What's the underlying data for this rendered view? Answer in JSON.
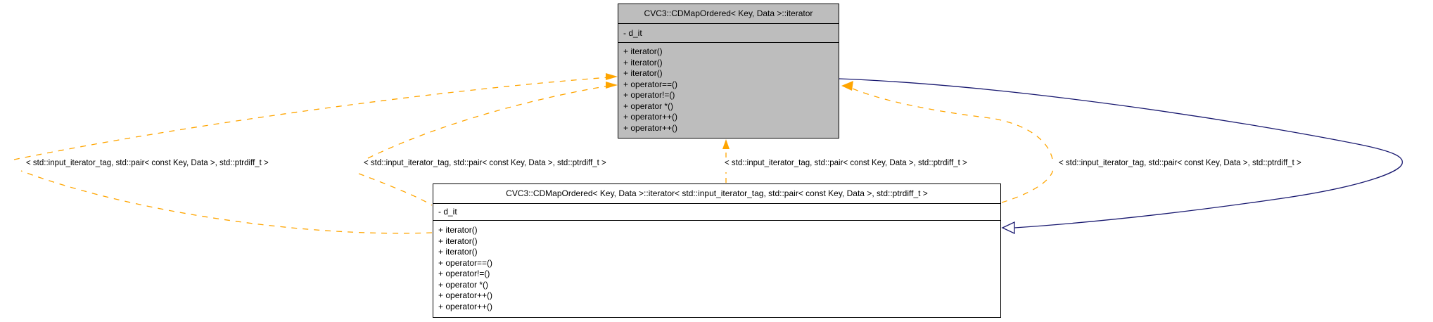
{
  "colors": {
    "template_edge": "#ffa500",
    "inheritance_edge": "#191970",
    "focus_node_fill": "#bdbdbd",
    "node_fill": "#ffffff",
    "border": "#000000"
  },
  "nodes": [
    {
      "title": "CVC3::CDMapOrdered< Key, Data >::iterator",
      "attributes": [
        "- d_it"
      ],
      "methods": [
        "+ iterator()",
        "+ iterator()",
        "+ iterator()",
        "+ operator==()",
        "+ operator!=()",
        "+ operator *()",
        "+ operator++()",
        "+ operator++()"
      ]
    },
    {
      "title": "CVC3::CDMapOrdered< Key, Data >::iterator< std::input_iterator_tag, std::pair< const Key, Data >, std::ptrdiff_t >",
      "attributes": [
        "- d_it"
      ],
      "methods": [
        "+ iterator()",
        "+ iterator()",
        "+ iterator()",
        "+ operator==()",
        "+ operator!=()",
        "+ operator *()",
        "+ operator++()",
        "+ operator++()"
      ]
    }
  ],
  "edge_labels": [
    "< std::input_iterator_tag, std::pair< const Key, Data >, std::ptrdiff_t >",
    "< std::input_iterator_tag, std::pair< const Key, Data >, std::ptrdiff_t >",
    "< std::input_iterator_tag, std::pair< const Key, Data >, std::ptrdiff_t >",
    "< std::input_iterator_tag, std::pair< const Key, Data >, std::ptrdiff_t >"
  ]
}
